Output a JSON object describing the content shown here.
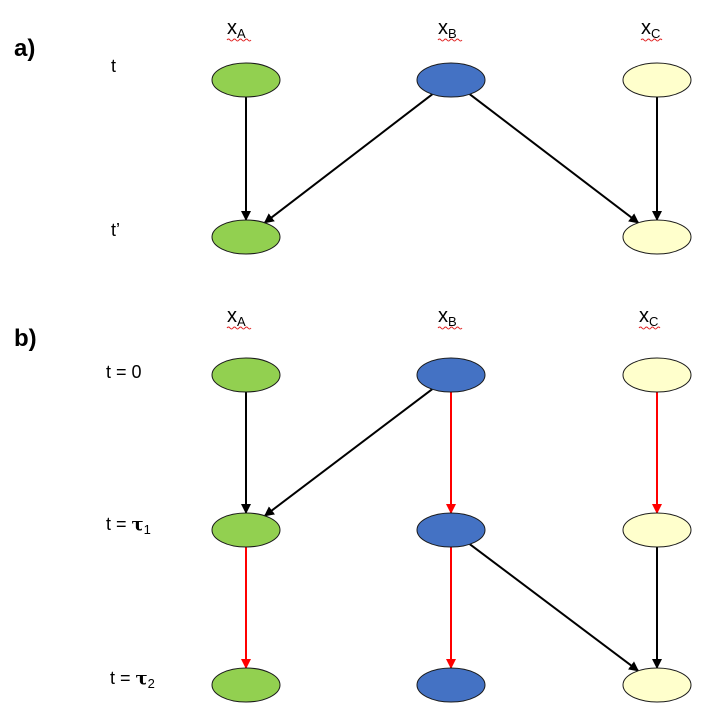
{
  "colors": {
    "A": "#92d050",
    "B": "#4472c4",
    "C": "#ffffcc",
    "black_arrow": "#000000",
    "red_arrow": "#ff0000"
  },
  "panels": [
    {
      "id": "a",
      "label": "a)",
      "variables": [
        {
          "id": "A",
          "base": "x",
          "sub": "A"
        },
        {
          "id": "B",
          "base": "x",
          "sub": "B"
        },
        {
          "id": "C",
          "base": "x",
          "sub": "C"
        }
      ],
      "times": [
        {
          "prefix": "t",
          "tau": "",
          "sub": ""
        },
        {
          "prefix": "t’",
          "tau": "",
          "sub": ""
        }
      ],
      "nodes": [
        {
          "id": "A0",
          "var": "A",
          "row": 0
        },
        {
          "id": "B0",
          "var": "B",
          "row": 0
        },
        {
          "id": "C0",
          "var": "C",
          "row": 0
        },
        {
          "id": "A1",
          "var": "A",
          "row": 1
        },
        {
          "id": "C1",
          "var": "C",
          "row": 1
        }
      ],
      "edges": [
        {
          "from": "A0",
          "to": "A1",
          "color": "black"
        },
        {
          "from": "B0",
          "to": "A1",
          "color": "black"
        },
        {
          "from": "B0",
          "to": "C1",
          "color": "black"
        },
        {
          "from": "C0",
          "to": "C1",
          "color": "black"
        }
      ]
    },
    {
      "id": "b",
      "label": "b)",
      "variables": [
        {
          "id": "A",
          "base": "x",
          "sub": "A"
        },
        {
          "id": "B",
          "base": "x",
          "sub": "B"
        },
        {
          "id": "C",
          "base": "x",
          "sub": "C"
        }
      ],
      "times": [
        {
          "prefix": "t = 0",
          "tau": "",
          "sub": ""
        },
        {
          "prefix": "t = ",
          "tau": "τ",
          "sub": "1"
        },
        {
          "prefix": "t = ",
          "tau": "τ",
          "sub": "2"
        }
      ],
      "nodes": [
        {
          "id": "A0",
          "var": "A",
          "row": 0
        },
        {
          "id": "B0",
          "var": "B",
          "row": 0
        },
        {
          "id": "C0",
          "var": "C",
          "row": 0
        },
        {
          "id": "A1",
          "var": "A",
          "row": 1
        },
        {
          "id": "B1",
          "var": "B",
          "row": 1
        },
        {
          "id": "C1",
          "var": "C",
          "row": 1
        },
        {
          "id": "A2",
          "var": "A",
          "row": 2
        },
        {
          "id": "B2",
          "var": "B",
          "row": 2
        },
        {
          "id": "C2",
          "var": "C",
          "row": 2
        }
      ],
      "edges": [
        {
          "from": "A0",
          "to": "A1",
          "color": "black"
        },
        {
          "from": "B0",
          "to": "A1",
          "color": "black"
        },
        {
          "from": "B0",
          "to": "B1",
          "color": "red"
        },
        {
          "from": "C0",
          "to": "C1",
          "color": "red"
        },
        {
          "from": "A1",
          "to": "A2",
          "color": "red"
        },
        {
          "from": "B1",
          "to": "B2",
          "color": "red"
        },
        {
          "from": "B1",
          "to": "C2",
          "color": "black"
        },
        {
          "from": "C1",
          "to": "C2",
          "color": "black"
        }
      ]
    }
  ]
}
